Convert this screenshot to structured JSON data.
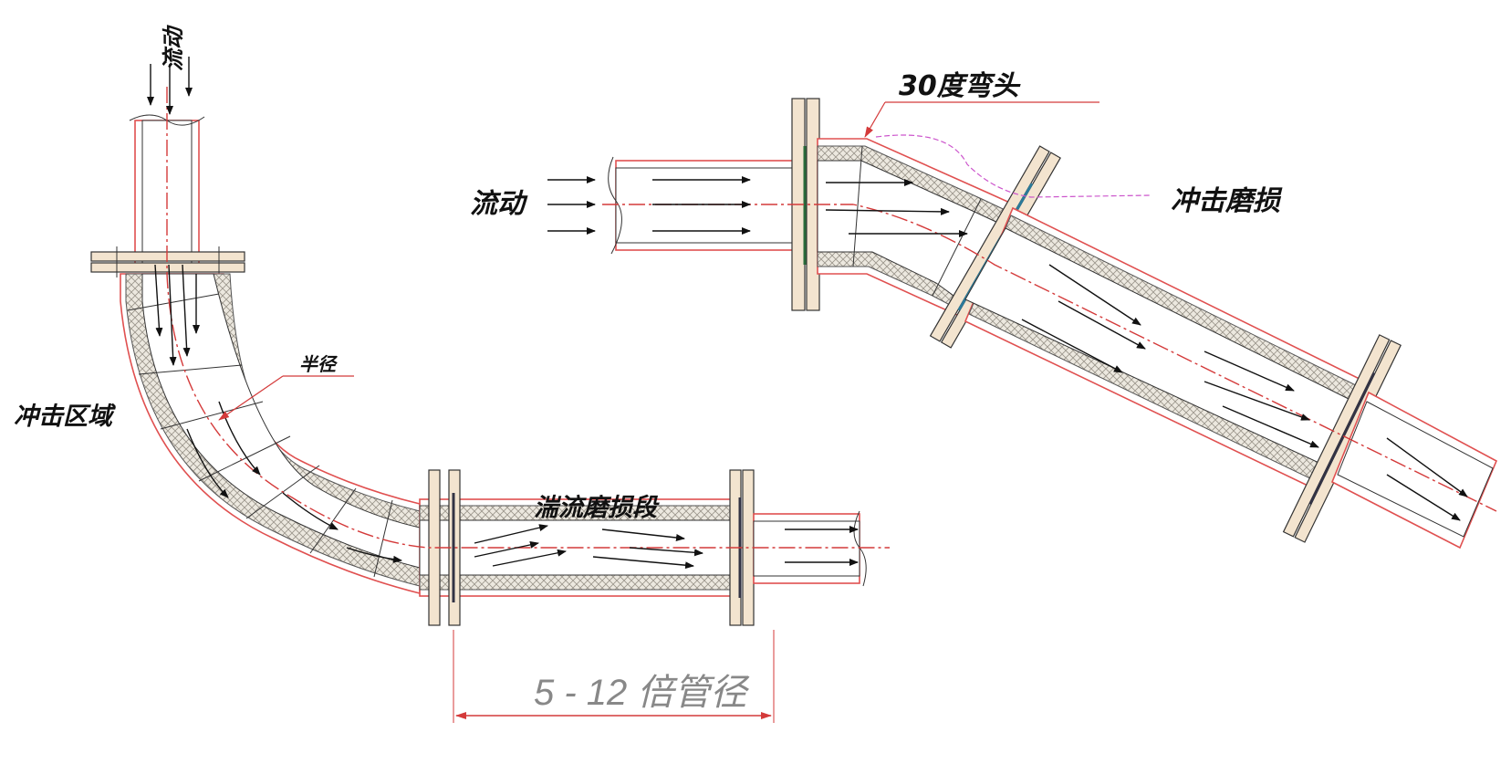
{
  "labels": {
    "flow_vertical": "流动",
    "flow_horizontal": "流动",
    "elbow_30": "30度弯头",
    "impact_wear": "冲击磨损",
    "radius": "半径",
    "impact_zone": "冲击区域",
    "turbulent_wear": "湍流磨损段",
    "pipe_diameter_range": "5 - 12 倍管径"
  },
  "colors": {
    "pipe_wall": "#e05050",
    "centerline": "#d43a3a",
    "flange": "#f3e4cf",
    "liner_hatch": "#c8c2b6",
    "impact_wear_curve": "#cc55cc",
    "dimension_line": "#d43a3a"
  }
}
